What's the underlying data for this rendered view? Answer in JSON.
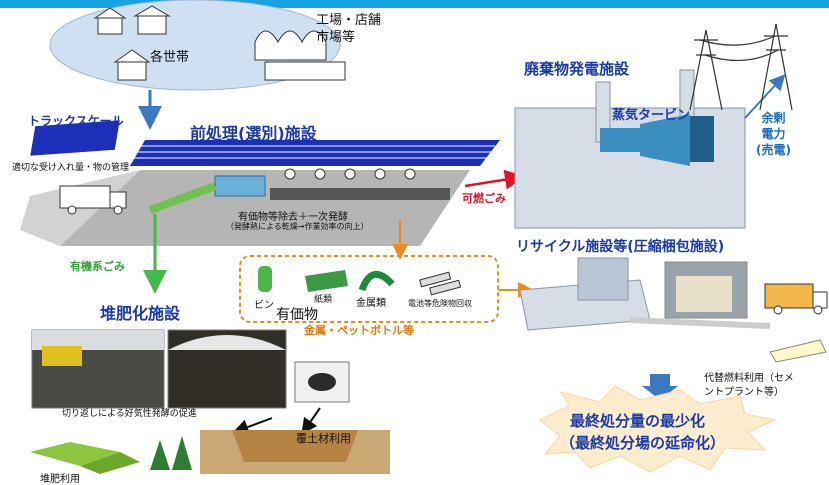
{
  "colors": {
    "topbar": "#15a3e2",
    "title_blue": "#1a3aa8",
    "arrow_blue": "#3a78c0",
    "arrow_green": "#45b84a",
    "arrow_orange": "#f08a1c",
    "arrow_red": "#e0142a",
    "solar_blue": "#1b2fb8"
  },
  "sources": {
    "households": "各世帯",
    "factories": "工場・店舗\n市場等"
  },
  "truck_scale": {
    "title": "トラックスケール",
    "caption": "適切な受け入れ量・物の管理"
  },
  "pretreatment": {
    "title": "前処理(選別)施設",
    "process": "有価物等除去＋一次発酵",
    "process_note": "（発酵熱による乾燥→作業効率の向上）",
    "organic_label": "有機系ごみ",
    "combustible_label": "可燃ごみ"
  },
  "valuables": {
    "bottles": "ビン",
    "paper": "紙類",
    "metal": "金属類",
    "batteries": "電池等危険物回収",
    "label": "有価物",
    "caption": "金属・ペットボトル等"
  },
  "power_plant": {
    "title": "廃棄物発電施設",
    "turbine": "蒸気タービン",
    "surplus": "余剰\n電力\n(売電)"
  },
  "recycle": {
    "title": "リサイクル施設等(圧縮梱包施設)",
    "fuel": "代替燃料利用（セメ\nントプラント等）"
  },
  "final": {
    "line1": "最終処分量の最少化",
    "line2": "（最終処分場の延命化）"
  },
  "compost": {
    "title": "堆肥化施設",
    "turning": "切り返しによる好気性発酵の促進",
    "soil": "覆土材利用",
    "use": "堆肥利用"
  }
}
